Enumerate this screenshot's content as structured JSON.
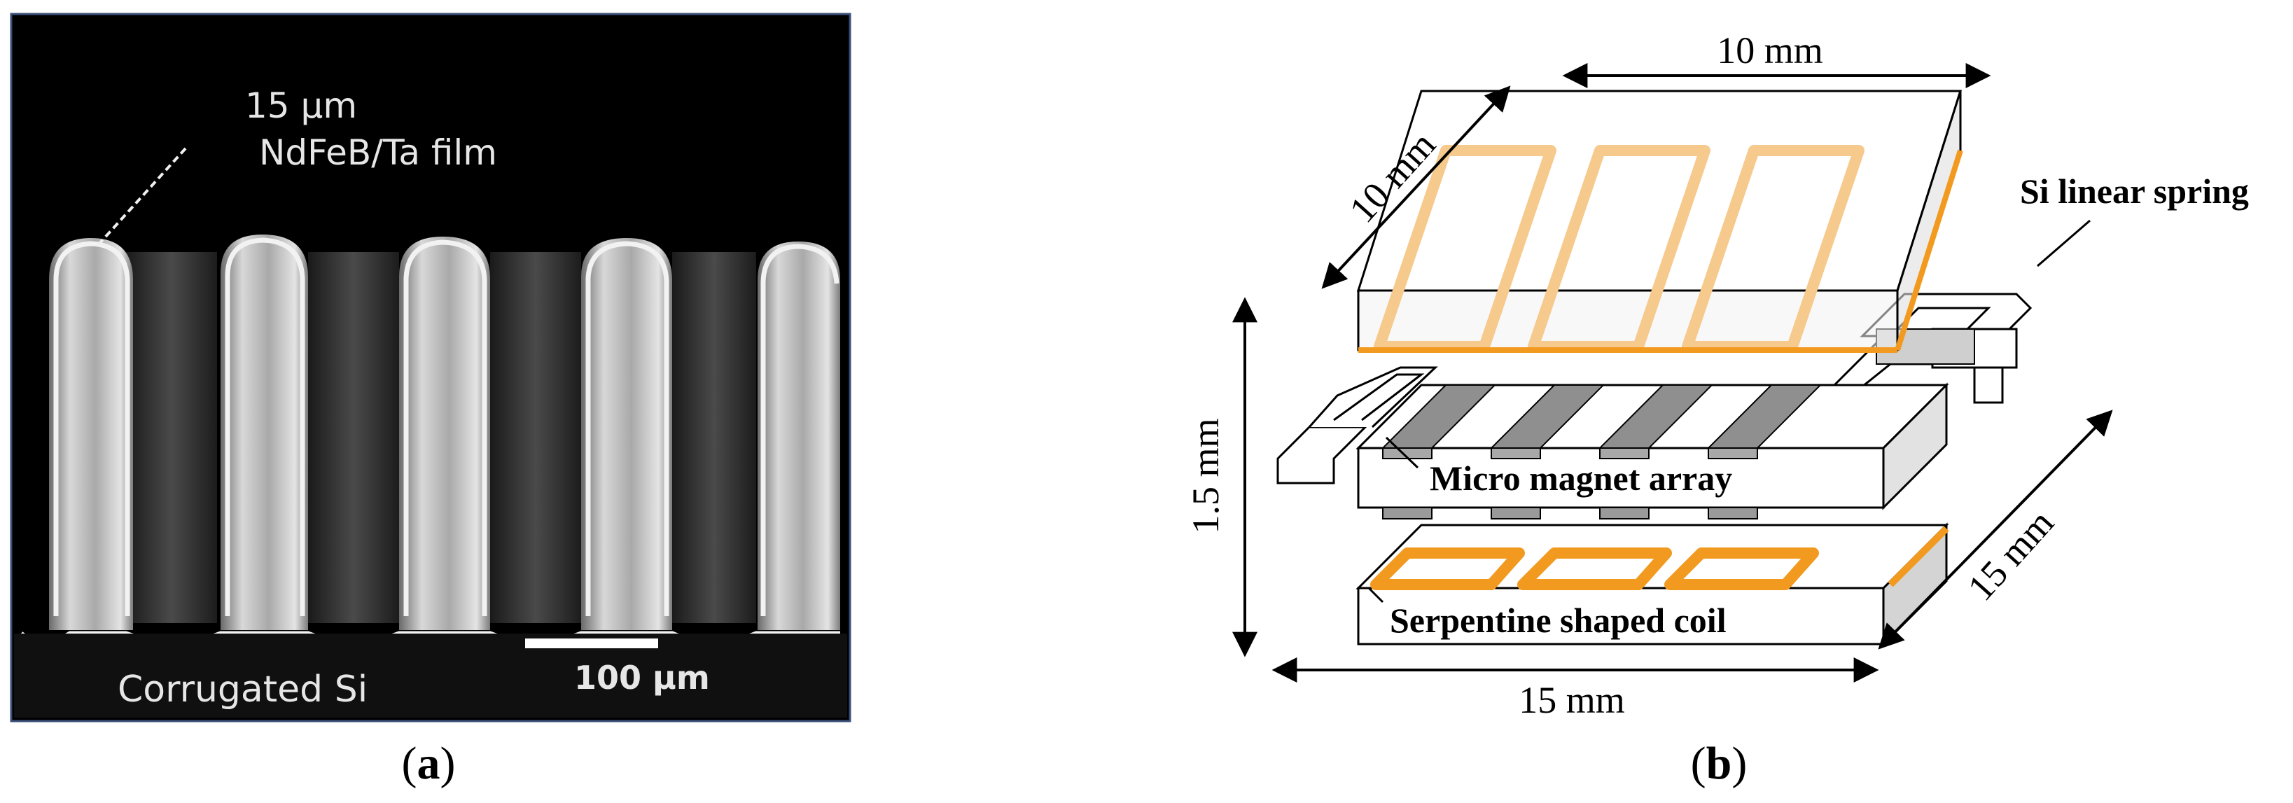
{
  "panel_a": {
    "film_thickness": "15 µm",
    "film_material": "NdFeB/Ta film",
    "substrate_label": "Corrugated Si",
    "scale_bar_label": "100 µm",
    "caption_open": "(",
    "caption_letter": "a",
    "caption_close": ")"
  },
  "panel_b": {
    "dim_top_width": "10 mm",
    "dim_top_depth": "10 mm",
    "dim_height": "1.5 mm",
    "dim_bottom_width": "15 mm",
    "dim_bottom_depth": "15 mm",
    "label_spring": "Si linear spring",
    "label_magnets": "Micro magnet array",
    "label_coil": "Serpentine shaped coil",
    "caption_open": "(",
    "caption_letter": "b",
    "caption_close": ")"
  },
  "colors": {
    "coil_orange": "#f29a1f",
    "coil_orange_faded": "#f6c98c",
    "magnet_gray": "#8f8f8f",
    "slab_side_gray": "#d4d4d4",
    "sem_background": "#000000",
    "frame_blue": "#3a4f7a"
  }
}
